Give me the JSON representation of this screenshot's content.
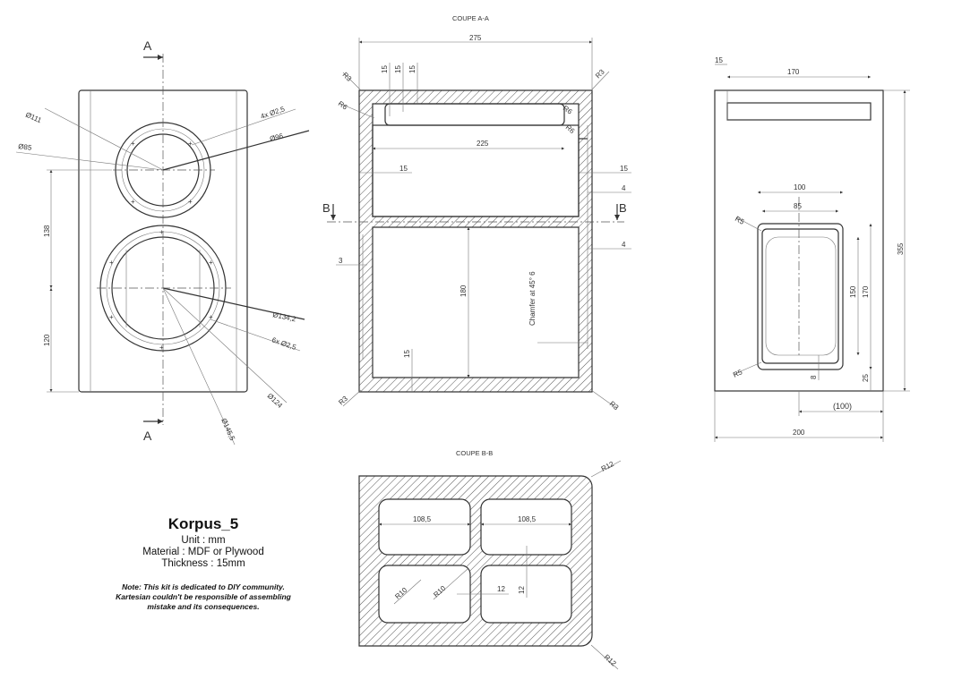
{
  "title_block": {
    "title": "Korpus_5",
    "unit": "Unit : mm",
    "material": "Material : MDF or Plywood",
    "thickness": "Thickness : 15mm",
    "note_1": "Note: This kit is dedicated to DIY community.",
    "note_2": "Kartesian couldn't be responsible of assembling",
    "note_3": "mistake and its consequences."
  },
  "front_view": {
    "section_mark_top": "A",
    "section_mark_bottom": "A",
    "dim_d111": "Ø111",
    "dim_d85": "Ø85",
    "dim_holes_top": "4x Ø2,5",
    "dim_d96": "Ø96",
    "dim_138": "138",
    "dim_120": "120",
    "dim_d134": "Ø134,2",
    "dim_holes_bottom": "6x Ø2,5",
    "dim_d124": "Ø124",
    "dim_d145": "Ø145,5"
  },
  "section_aa": {
    "label": "COUPE A-A",
    "dim_275": "275",
    "dim_15a": "15",
    "dim_15b": "15",
    "dim_15c": "15",
    "dim_r3_tl": "R3",
    "dim_r3_tr": "R3",
    "dim_r6_l": "R6",
    "dim_r6_r1": "R6",
    "dim_r6_r2": "R6",
    "dim_225": "225",
    "dim_15_left": "15",
    "dim_15_right": "15",
    "dim_4_top": "4",
    "mark_b_left": "B",
    "mark_b_right": "B",
    "dim_4_bottom": "4",
    "dim_3": "3",
    "dim_180": "180",
    "chamfer_note": "Chamfer at 45° 6",
    "dim_15_bottom": "15",
    "dim_r3_bl": "R3",
    "dim_r3_br": "R3"
  },
  "rear_view": {
    "dim_15": "15",
    "dim_170_top": "170",
    "dim_355": "355",
    "dim_100": "100",
    "dim_85": "85",
    "dim_r5_top": "R5",
    "dim_150": "150",
    "dim_170_side": "170",
    "dim_r5_bottom": "R5",
    "dim_8": "8",
    "dim_25": "25",
    "dim_100_ref": "(100)",
    "dim_200": "200"
  },
  "section_bb": {
    "label": "COUPE B-B",
    "dim_r12_top": "R12",
    "dim_108_left": "108,5",
    "dim_108_right": "108,5",
    "dim_r10_a": "R10",
    "dim_r10_b": "R10",
    "dim_12_h": "12",
    "dim_12_v": "12",
    "dim_r12_bottom": "R12"
  }
}
